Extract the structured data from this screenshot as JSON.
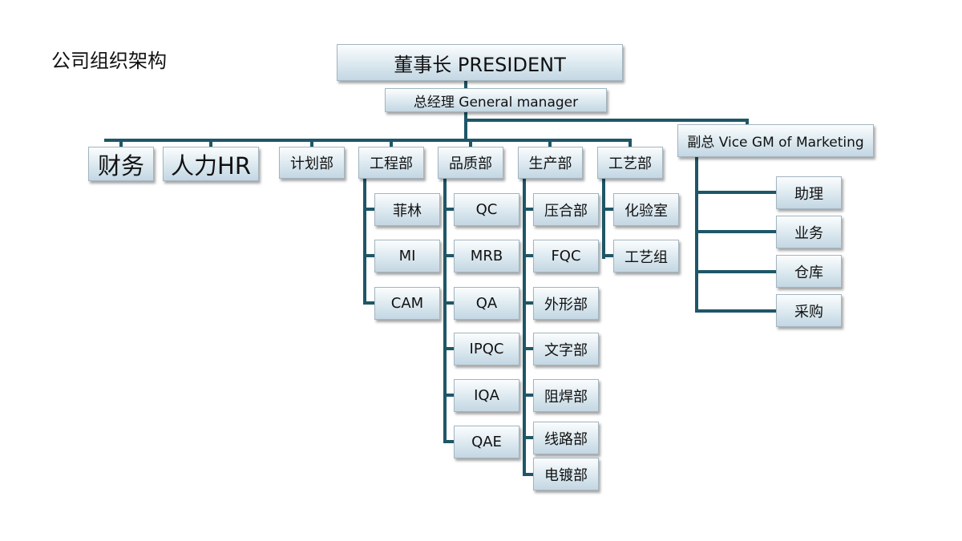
{
  "title": "公司组织架构",
  "president": "董事长 PRESIDENT",
  "general_manager": "总经理 General manager",
  "vice_gm": "副总 Vice GM  of Marketing",
  "departments": {
    "finance": "财务",
    "hr": "人力HR",
    "planning": "计划部",
    "engineering": "工程部",
    "quality": "品质部",
    "production": "生产部",
    "process": "工艺部"
  },
  "engineering_children": [
    "菲林",
    "MI",
    "CAM"
  ],
  "quality_children": [
    "QC",
    "MRB",
    "QA",
    "IPQC",
    "IQA",
    "QAE"
  ],
  "production_children": [
    "压合部",
    "FQC",
    "外形部",
    "文字部",
    "阻焊部",
    "线路部",
    "电镀部"
  ],
  "process_children": [
    "化验室",
    "工艺组"
  ],
  "vice_gm_children": [
    "助理",
    "业务",
    "仓库",
    "采购"
  ],
  "colors": {
    "line": "#1e5767",
    "box_top": "#fbfdfe",
    "box_bottom": "#c3d7e3"
  }
}
